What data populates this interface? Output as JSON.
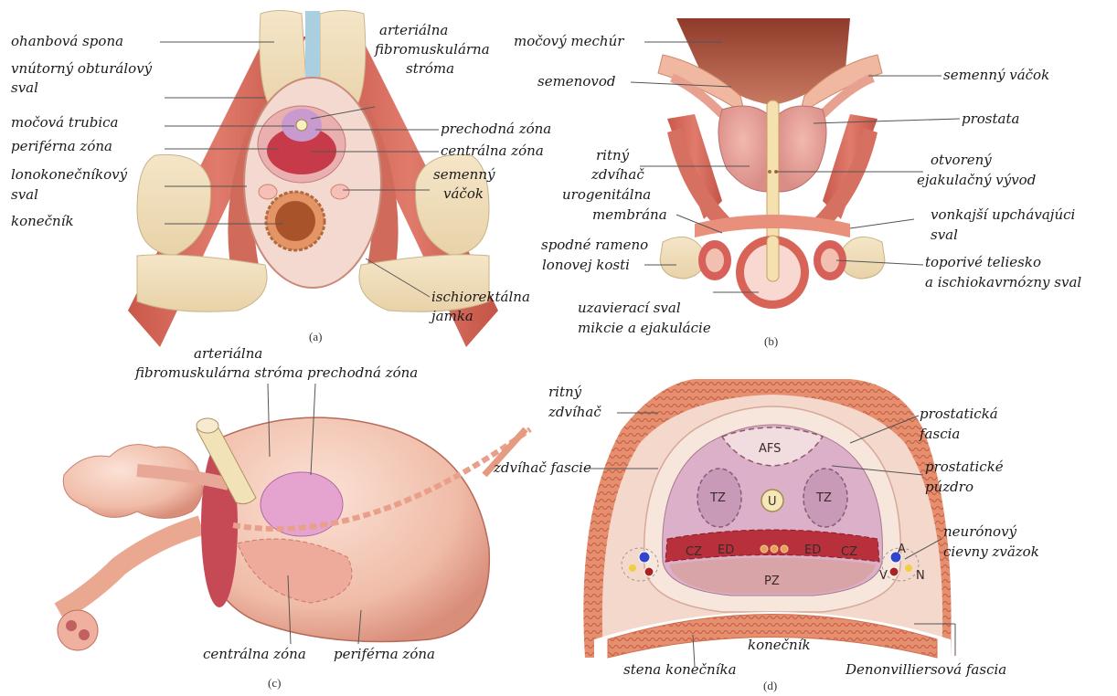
{
  "panels": {
    "a": {
      "caption": "(a)",
      "labels": {
        "ohanbova": "ohanbová spona",
        "obturator_1": "vnútorný obturálový",
        "obturator_2": "sval",
        "afs_1": "arteriálna",
        "afs_2": "fibromuskulárna",
        "afs_3": "stróma",
        "mocova_trubica": "močová trubica",
        "periferna": "periférna zóna",
        "prechodna": "prechodná zóna",
        "centralna": "centrálna zóna",
        "lono_1": "lonokonečníkový",
        "lono_2": "sval",
        "semenny_1": "semenný",
        "semenny_2": "váčok",
        "konecnik": "konečník",
        "ischio_1": "ischiorektálna",
        "ischio_2": "jamka"
      }
    },
    "b": {
      "caption": "(b)",
      "labels": {
        "mechur": "močový mechúr",
        "semenovod": "semenovod",
        "semenny_vacok": "semenný váčok",
        "prostata": "prostata",
        "ritny_1": "ritný",
        "ritny_2": "zdvíhač",
        "ejak_1": "otvorený",
        "ejak_2": "ejakulačný  vývod",
        "uro_1": "urogenitálna",
        "uro_2": "membrána",
        "vonk_1": "vonkajší upchávajúci",
        "vonk_2": "sval",
        "spodne_1": "spodné rameno",
        "spodne_2": "lonovej kosti",
        "topor_1": "toporivé teliesko",
        "topor_2": "a ischiokavrnózny sval",
        "uzav_1": "uzavierací sval",
        "uzav_2": "mikcie a ejakulácie"
      }
    },
    "c": {
      "caption": "(c)",
      "labels": {
        "afs_1": "arteriálna",
        "afs_2": "fibromuskulárna stróma",
        "prechodna": "prechodná zóna",
        "centralna": "centrálna zóna",
        "periferna": "periférna zóna"
      }
    },
    "d": {
      "caption": "(d)",
      "labels": {
        "ritny_1": "ritný",
        "ritny_2": "zdvíhač",
        "pfascia_1": "prostatická",
        "pfascia_2": "fascia",
        "zdvihac_fascie": "zdvíhač fascie",
        "puzdro_1": "prostatické",
        "puzdro_2": "púzdro",
        "neuro_1": "neurónový",
        "neuro_2": "cievny zväzok",
        "konecnik": "konečník",
        "stena": "stena konečníka",
        "denon": "Denonvilliersová fascia"
      },
      "inner": {
        "afs": "AFS",
        "tz": "TZ",
        "u": "U",
        "cz": "CZ",
        "ed": "ED",
        "pz": "PZ",
        "a": "A",
        "v": "V",
        "n": "N"
      }
    }
  }
}
